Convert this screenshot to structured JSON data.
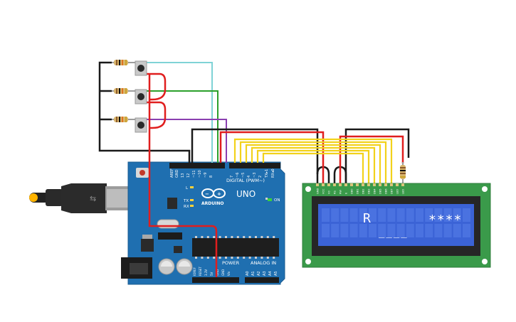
{
  "board": {
    "model": "UNO",
    "brand": "ARDUINO",
    "on_label": "ON",
    "tx_label": "TX",
    "rx_label": "RX",
    "l_label": "L",
    "digital_label": "DIGITAL (PWM~)",
    "power_label": "POWER",
    "analog_label": "ANALOG IN",
    "top_pins": [
      "AREF",
      "GND",
      "13",
      "12",
      "~11",
      "~10",
      "~9",
      "8",
      "7",
      "~6",
      "~5",
      "4",
      "~3",
      "2",
      "TX▸1",
      "RX◂0"
    ],
    "power_pins": [
      "IOREF",
      "RESET",
      "3.3V",
      "5V",
      "GND",
      "GND",
      "Vin"
    ],
    "analog_pins": [
      "A0",
      "A1",
      "A2",
      "A3",
      "A4",
      "A5"
    ]
  },
  "lcd": {
    "row1_left": "R",
    "row1_right": "****",
    "row2": "____",
    "pin_labels": [
      "GND",
      "VCC",
      "V0",
      "RS",
      "RW",
      "E",
      "DB0",
      "DB1",
      "DB2",
      "DB3",
      "DB4",
      "DB5",
      "DB6",
      "DB7",
      "LED",
      "LED"
    ]
  },
  "colors": {
    "wire_red": "#e01e1e",
    "wire_black": "#1a1a1a",
    "wire_cyan": "#7fd3d6",
    "wire_green": "#2ca02c",
    "wire_purple": "#8a3fb0",
    "wire_yellow": "#f2d21b",
    "board_blue": "#1f6fb0",
    "lcd_green": "#3a9a4a",
    "lcd_screen": "#3b63d6"
  }
}
